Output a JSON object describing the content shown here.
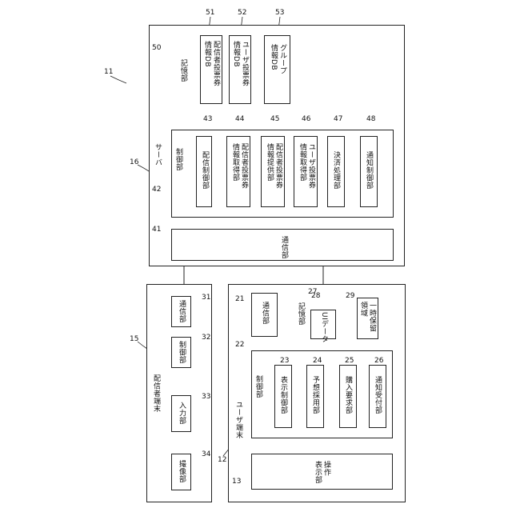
{
  "server": {
    "ref": "11",
    "ref_box": "16",
    "label": "サーバ",
    "storage": {
      "ref": "50",
      "label": "記憶部",
      "items": [
        {
          "ref": "51",
          "label": "配信者投票券\n情報DB"
        },
        {
          "ref": "52",
          "label": "ユーザ投票券\n情報DB"
        },
        {
          "ref": "53",
          "label": "グループ\n情報DB"
        }
      ]
    },
    "control": {
      "ref": "42",
      "label": "制御部",
      "items": [
        {
          "ref": "43",
          "label": "配信制御部"
        },
        {
          "ref": "44",
          "label": "配信者投票券\n情報取得部"
        },
        {
          "ref": "45",
          "label": "配信者投票券\n情報提供部"
        },
        {
          "ref": "46",
          "label": "ユーザ投票券\n情報取得部"
        },
        {
          "ref": "47",
          "label": "決済処理部"
        },
        {
          "ref": "48",
          "label": "通知制御部"
        }
      ]
    },
    "comm": {
      "ref": "41",
      "label": "通信部"
    }
  },
  "distributor": {
    "ref": "15",
    "label": "配信者端末",
    "items": [
      {
        "ref": "31",
        "label": "通信部"
      },
      {
        "ref": "32",
        "label": "制御部"
      },
      {
        "ref": "33",
        "label": "入力部"
      },
      {
        "ref": "34",
        "label": "撮像部"
      }
    ]
  },
  "user": {
    "ref": "12",
    "label": "ユーザ端末",
    "comm": {
      "ref": "21",
      "label": "通信部"
    },
    "storage": {
      "ref": "27",
      "label": "記憶部",
      "items": [
        {
          "ref": "28",
          "label": "UIデータ"
        },
        {
          "ref": "29",
          "label": "一時保留\n領域"
        }
      ]
    },
    "control": {
      "ref": "22",
      "label": "制御部",
      "items": [
        {
          "ref": "23",
          "label": "表示制御部"
        },
        {
          "ref": "24",
          "label": "予想採用部"
        },
        {
          "ref": "25",
          "label": "購入要求部"
        },
        {
          "ref": "26",
          "label": "通知受付部"
        }
      ]
    },
    "display": {
      "ref": "13",
      "label": "操作\n表示部"
    }
  }
}
